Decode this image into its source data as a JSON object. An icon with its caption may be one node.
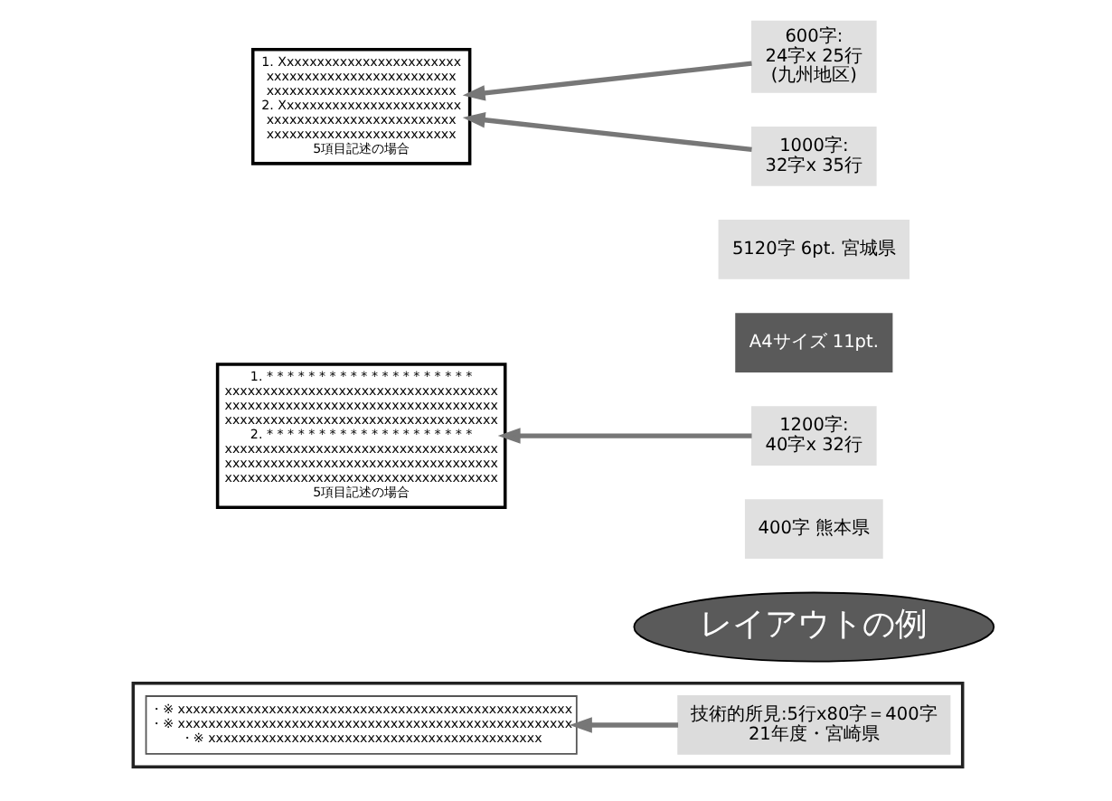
{
  "diagram": {
    "nodes": [
      {
        "text": [],
        "shape": "box"
      },
      {
        "text": [
          "技術的所見:5行x80字＝400字",
          "21年度・宮崎県"
        ],
        "in": 0
      },
      {
        "text": [
          "・※ xxxxxxxxxxxxxxxxxxxxxxxxxxxxxxxxxxxxxxxxxxxxxxxxxxxx",
          "・※ xxxxxxxxxxxxxxxxxxxxxxxxxxxxxxxxxxxxxxxxxxxxxxxxxxxx",
          "・※ xxxxxxxxxxxxxxxxxxxxxxxxxxxxxxxxxxxxxxxxxxxx"
        ],
        "in": 0
      },
      {
        "text": [
          "レイアウトの例"
        ]
      },
      {
        "text": [
          "400字 熊本県"
        ]
      },
      {
        "text": [
          "1. * * * * * * * * * * * * * * * * * * * *",
          "xxxxxxxxxxxxxxxxxxxxxxxxxxxxxxxxxxxx",
          "xxxxxxxxxxxxxxxxxxxxxxxxxxxxxxxxxxxx",
          "xxxxxxxxxxxxxxxxxxxxxxxxxxxxxxxxxxxx",
          "2. * * * * * * * * * * * * * * * * * * * *",
          "xxxxxxxxxxxxxxxxxxxxxxxxxxxxxxxxxxxx",
          "xxxxxxxxxxxxxxxxxxxxxxxxxxxxxxxxxxxx",
          "xxxxxxxxxxxxxxxxxxxxxxxxxxxxxxxxxxxx",
          "5項目記述の場合"
        ]
      },
      {
        "text": [
          "A4サイズ 11pt."
        ]
      },
      {
        "text": [
          "1200字:",
          "40字x 32行"
        ]
      },
      {
        "text": [
          "5120字 6pt. 宮城県"
        ]
      },
      {
        "text": [
          "1. Xxxxxxxxxxxxxxxxxxxxxxxx",
          "xxxxxxxxxxxxxxxxxxxxxxxxx",
          "xxxxxxxxxxxxxxxxxxxxxxxxx",
          "2. Xxxxxxxxxxxxxxxxxxxxxxxx",
          "xxxxxxxxxxxxxxxxxxxxxxxxx",
          "xxxxxxxxxxxxxxxxxxxxxxxxx",
          "5項目記述の場合"
        ]
      },
      {
        "text": [
          "600字:",
          "24字x 25行",
          "(九州地区)"
        ]
      },
      {
        "text": [
          "1000字:",
          "32字x 35行"
        ]
      }
    ],
    "edges": [
      {
        "from": 1,
        "to": 2,
        "arrow": "to"
      },
      {
        "from": 7,
        "to": 5,
        "arrow": "to"
      },
      {
        "from": 10,
        "to": 9,
        "arrow": "to"
      },
      {
        "from": 11,
        "to": 9,
        "arrow": "to"
      }
    ]
  }
}
